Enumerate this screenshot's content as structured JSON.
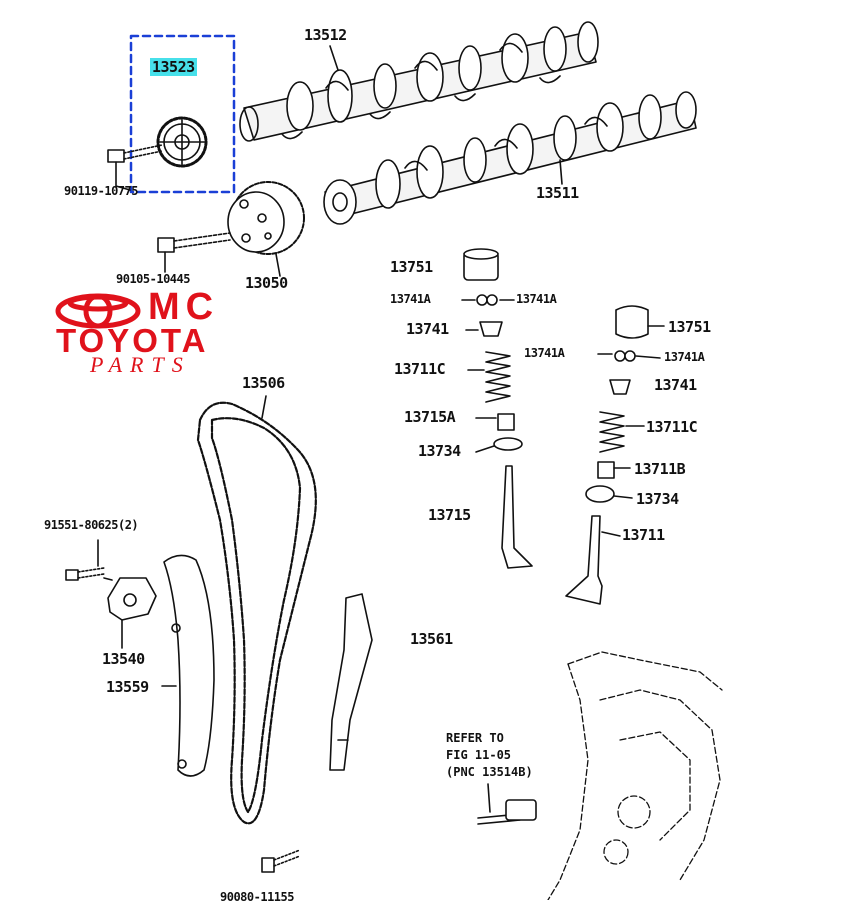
{
  "brand": {
    "line1": "MC",
    "line2": "TOYOTA",
    "line3": "PARTS",
    "color": "#e0121b"
  },
  "labels": {
    "p13523": "13523",
    "p13512": "13512",
    "p13511": "13511",
    "p90119": "90119-10775",
    "p90105": "90105-10445",
    "p13050": "13050",
    "p13751_a": "13751",
    "p13741A_a": "13741A",
    "p13741A_b": "13741A",
    "p13741_a": "13741",
    "p13711C_a": "13711C",
    "p13715A": "13715A",
    "p13734_a": "13734",
    "p13715": "13715",
    "p13751_b": "13751",
    "p13741A_c": "13741A",
    "p13741A_d": "13741A",
    "p13741_b": "13741",
    "p13711C_b": "13711C",
    "p13711B": "13711B",
    "p13734_b": "13734",
    "p13711": "13711",
    "p13506": "13506",
    "p91551": "91551-80625(2)",
    "p13540": "13540",
    "p13559": "13559",
    "p13561": "13561",
    "bottom": "90080-11155"
  },
  "refer": {
    "line1": "REFER TO",
    "line2": "FIG 11-05",
    "line3": "(PNC 13514B)"
  },
  "colors": {
    "highlight": "#47e0ea",
    "selection_box": "#1a3fd6",
    "line": "#111111"
  }
}
